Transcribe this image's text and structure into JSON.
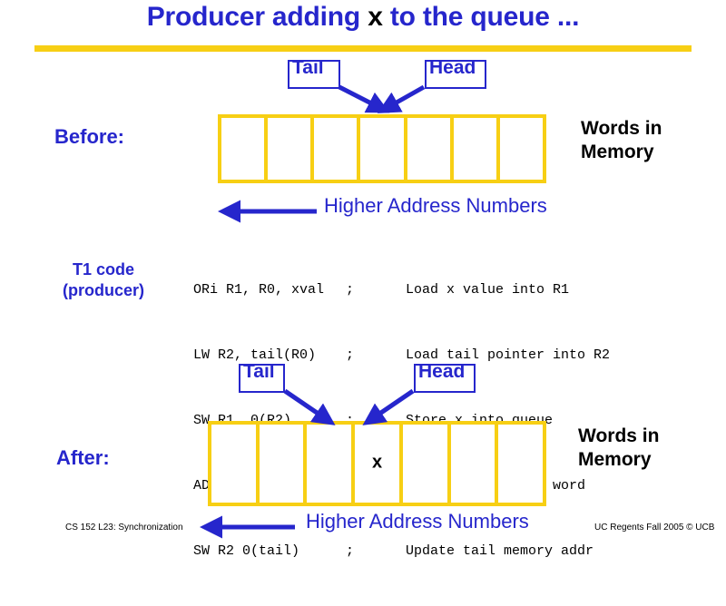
{
  "slide": {
    "title_pre": "Producer adding ",
    "title_var": "x",
    "title_post": " to the queue ...",
    "rule_color": "#f7cf14",
    "accent_blue": "#2626cc"
  },
  "before": {
    "row_label": "Before:",
    "tail_label": "Tail",
    "head_label": "Head",
    "words_label_line1": "Words in",
    "words_label_line2": "Memory",
    "address_label": "Higher Address Numbers",
    "cells": [
      "",
      "",
      "",
      "",
      "",
      "",
      ""
    ]
  },
  "code": {
    "block_label_line1": "T1 code",
    "block_label_line2": "(producer)",
    "separator": ";",
    "lines": [
      {
        "instruction": "ORi R1, R0, xval",
        "comment": "Load x value into R1"
      },
      {
        "instruction": "LW R2, tail(R0)",
        "comment": "Load tail pointer into R2"
      },
      {
        "instruction": "SW R1, 0(R2)",
        "comment": "Store x into queue"
      },
      {
        "instruction": "ADDi R2, R2, 4",
        "comment": "Shift tail by one word"
      },
      {
        "instruction": "SW R2 0(tail)",
        "comment": "Update tail memory addr"
      }
    ]
  },
  "after": {
    "row_label": "After:",
    "tail_label": "Tail",
    "head_label": "Head",
    "words_label_line1": "Words in",
    "words_label_line2": "Memory",
    "address_label": "Higher Address Numbers",
    "cells": [
      "",
      "",
      "",
      "x",
      "",
      "",
      ""
    ]
  },
  "footer": {
    "left": "CS 152 L23: Synchronization",
    "right": "UC Regents Fall 2005 © UCB"
  }
}
